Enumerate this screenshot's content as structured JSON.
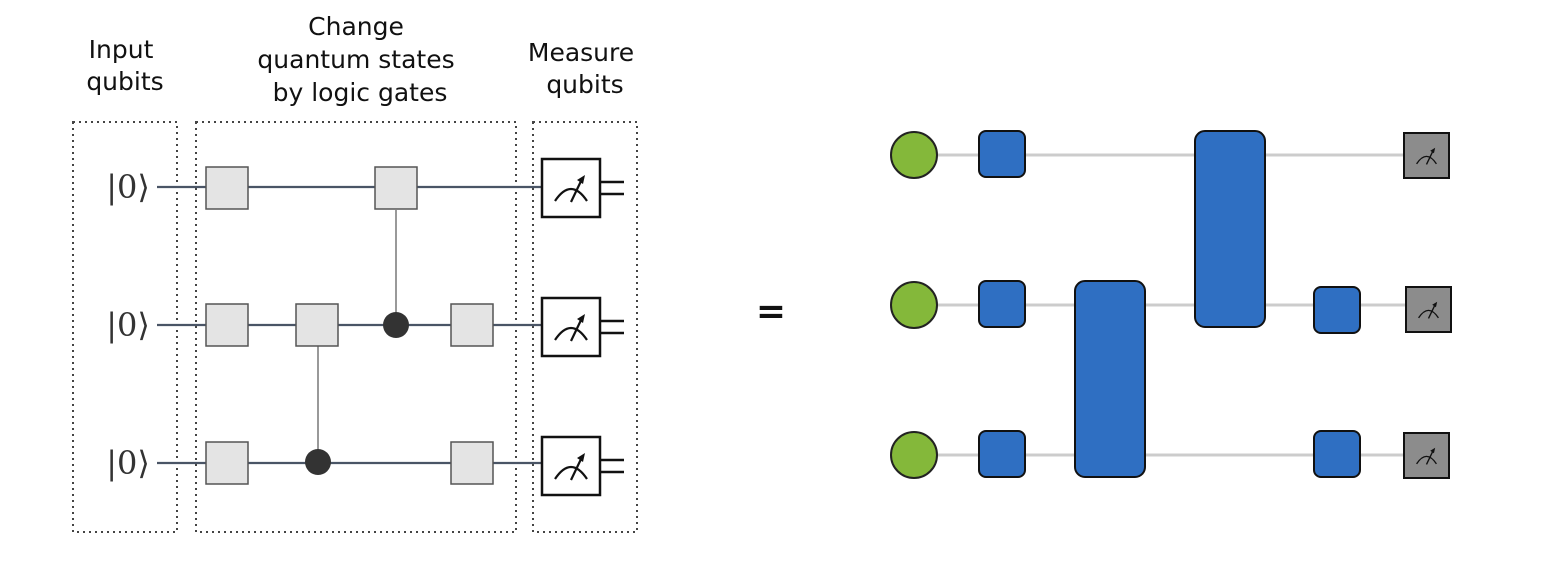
{
  "left_circuit": {
    "headers": [
      [
        "Input",
        "qubits"
      ],
      [
        "Change",
        "quantum states",
        "by logic gates"
      ],
      [
        "Measure",
        "qubits"
      ]
    ],
    "qubit_labels": [
      "|0⟩",
      "|0⟩",
      "|0⟩"
    ],
    "colors": {
      "wire": "#4a5566",
      "gate_fill": "#e4e4e4",
      "gate_stroke": "#555555",
      "control_dot": "#333333",
      "box_border": "#444444"
    }
  },
  "equals": "=",
  "right_circuit": {
    "colors": {
      "qubit": "#84b83a",
      "gate": "#2f6fc2",
      "measure": "#8c8c8c",
      "wire": "#cccccc"
    }
  }
}
